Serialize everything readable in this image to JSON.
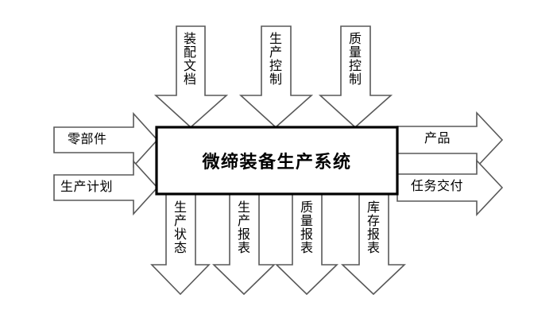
{
  "diagram": {
    "title": "微缔装备生产系统",
    "type": "IDEF0-style context diagram",
    "system": {
      "name": "微缔装备生产系统"
    },
    "inputs": [
      {
        "id": "input-parts",
        "label": "零部件",
        "direction": "right"
      },
      {
        "id": "input-production-plan",
        "label": "生产计划",
        "direction": "right"
      }
    ],
    "controls": [
      {
        "id": "control-assembly-doc",
        "label": "装配文档",
        "direction": "down"
      },
      {
        "id": "control-production-control",
        "label": "生产控制",
        "direction": "down"
      },
      {
        "id": "control-quality-control",
        "label": "质量控制",
        "direction": "down"
      }
    ],
    "outputs": [
      {
        "id": "output-product",
        "label": "产品",
        "direction": "right"
      },
      {
        "id": "output-task-delivery",
        "label": "任务交付",
        "direction": "right"
      }
    ],
    "mechanisms": [
      {
        "id": "output-production-status",
        "label": "生产状态",
        "direction": "down"
      },
      {
        "id": "output-production-report",
        "label": "生产报表",
        "direction": "down"
      },
      {
        "id": "output-quality-report",
        "label": "质量报表",
        "direction": "down"
      },
      {
        "id": "output-inventory-report",
        "label": "库存报表",
        "direction": "down"
      }
    ],
    "colors": {
      "background": "#ffffff",
      "arrow_stroke": "#595959",
      "arrow_fill": "#ffffff",
      "box_stroke": "#000000",
      "text": "#000000"
    }
  }
}
